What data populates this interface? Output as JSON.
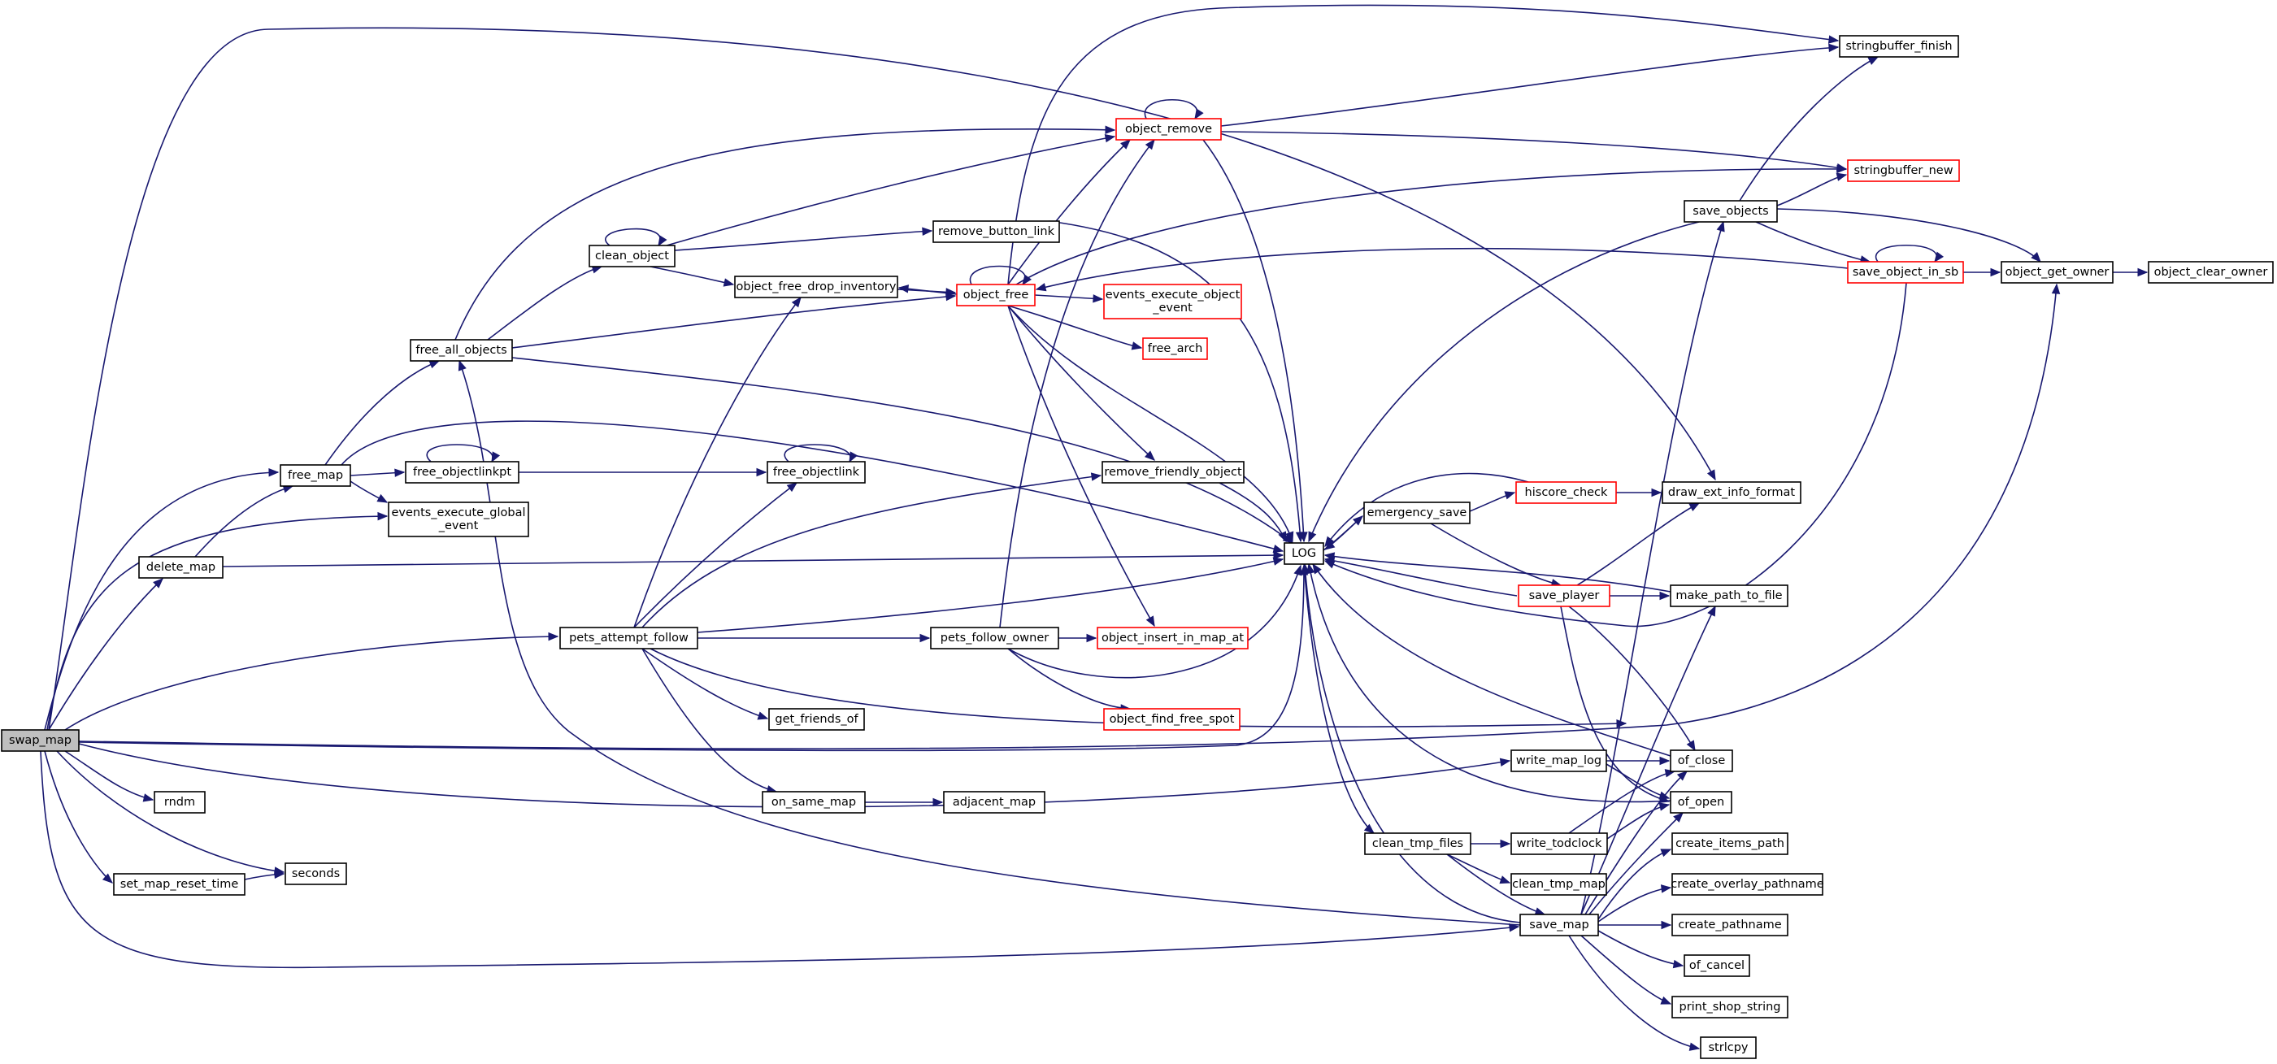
{
  "colors": {
    "edge": "#191970",
    "node_border": "#000000",
    "node_border_red": "#ff0000",
    "node_fill": "#ffffff",
    "root_fill": "#bfbfbf"
  },
  "graph": {
    "nodes": [
      {
        "id": "swap_map",
        "label": "swap_map",
        "style": "root"
      },
      {
        "id": "stringbuffer_finish",
        "label": "stringbuffer_finish",
        "style": "plain"
      },
      {
        "id": "object_remove",
        "label": "object_remove",
        "style": "red"
      },
      {
        "id": "stringbuffer_new",
        "label": "stringbuffer_new",
        "style": "red"
      },
      {
        "id": "save_objects",
        "label": "save_objects",
        "style": "plain"
      },
      {
        "id": "remove_button_link",
        "label": "remove_button_link",
        "style": "plain"
      },
      {
        "id": "clean_object",
        "label": "clean_object",
        "style": "plain"
      },
      {
        "id": "save_object_in_sb",
        "label": "save_object_in_sb",
        "style": "red"
      },
      {
        "id": "object_get_owner",
        "label": "object_get_owner",
        "style": "plain"
      },
      {
        "id": "object_clear_owner",
        "label": "object_clear_owner",
        "style": "plain"
      },
      {
        "id": "object_free_drop_inventory",
        "label": "object_free_drop_inventory",
        "style": "plain"
      },
      {
        "id": "object_free",
        "label": "object_free",
        "style": "red"
      },
      {
        "id": "events_execute_object_event",
        "label": "events_execute_object\n_event",
        "style": "red"
      },
      {
        "id": "free_all_objects",
        "label": "free_all_objects",
        "style": "plain"
      },
      {
        "id": "free_arch",
        "label": "free_arch",
        "style": "red"
      },
      {
        "id": "free_map",
        "label": "free_map",
        "style": "plain"
      },
      {
        "id": "free_objectlinkpt",
        "label": "free_objectlinkpt",
        "style": "plain"
      },
      {
        "id": "free_objectlink",
        "label": "free_objectlink",
        "style": "plain"
      },
      {
        "id": "remove_friendly_object",
        "label": "remove_friendly_object",
        "style": "plain"
      },
      {
        "id": "hiscore_check",
        "label": "hiscore_check",
        "style": "red"
      },
      {
        "id": "draw_ext_info_format",
        "label": "draw_ext_info_format",
        "style": "plain"
      },
      {
        "id": "events_execute_global_event",
        "label": "events_execute_global\n_event",
        "style": "plain"
      },
      {
        "id": "emergency_save",
        "label": "emergency_save",
        "style": "plain"
      },
      {
        "id": "LOG",
        "label": "LOG",
        "style": "plain"
      },
      {
        "id": "delete_map",
        "label": "delete_map",
        "style": "plain"
      },
      {
        "id": "save_player",
        "label": "save_player",
        "style": "red"
      },
      {
        "id": "make_path_to_file",
        "label": "make_path_to_file",
        "style": "plain"
      },
      {
        "id": "pets_attempt_follow",
        "label": "pets_attempt_follow",
        "style": "plain"
      },
      {
        "id": "pets_follow_owner",
        "label": "pets_follow_owner",
        "style": "plain"
      },
      {
        "id": "object_insert_in_map_at",
        "label": "object_insert_in_map_at",
        "style": "red"
      },
      {
        "id": "get_friends_of",
        "label": "get_friends_of",
        "style": "plain"
      },
      {
        "id": "object_find_free_spot",
        "label": "object_find_free_spot",
        "style": "red"
      },
      {
        "id": "write_map_log",
        "label": "write_map_log",
        "style": "plain"
      },
      {
        "id": "of_close",
        "label": "of_close",
        "style": "plain"
      },
      {
        "id": "rndm",
        "label": "rndm",
        "style": "plain"
      },
      {
        "id": "on_same_map",
        "label": "on_same_map",
        "style": "plain"
      },
      {
        "id": "adjacent_map",
        "label": "adjacent_map",
        "style": "plain"
      },
      {
        "id": "of_open",
        "label": "of_open",
        "style": "plain"
      },
      {
        "id": "clean_tmp_files",
        "label": "clean_tmp_files",
        "style": "plain"
      },
      {
        "id": "write_todclock",
        "label": "write_todclock",
        "style": "plain"
      },
      {
        "id": "create_items_path",
        "label": "create_items_path",
        "style": "plain"
      },
      {
        "id": "seconds",
        "label": "seconds",
        "style": "plain"
      },
      {
        "id": "set_map_reset_time",
        "label": "set_map_reset_time",
        "style": "plain"
      },
      {
        "id": "clean_tmp_map",
        "label": "clean_tmp_map",
        "style": "plain"
      },
      {
        "id": "create_overlay_pathname",
        "label": "create_overlay_pathname",
        "style": "plain"
      },
      {
        "id": "save_map",
        "label": "save_map",
        "style": "plain"
      },
      {
        "id": "create_pathname",
        "label": "create_pathname",
        "style": "plain"
      },
      {
        "id": "of_cancel",
        "label": "of_cancel",
        "style": "plain"
      },
      {
        "id": "print_shop_string",
        "label": "print_shop_string",
        "style": "plain"
      },
      {
        "id": "strlcpy",
        "label": "strlcpy",
        "style": "plain"
      }
    ],
    "edges": [
      [
        "swap_map",
        "draw_ext_info_format"
      ],
      [
        "swap_map",
        "free_map"
      ],
      [
        "swap_map",
        "events_execute_global_event"
      ],
      [
        "swap_map",
        "delete_map"
      ],
      [
        "swap_map",
        "pets_attempt_follow"
      ],
      [
        "swap_map",
        "LOG"
      ],
      [
        "swap_map",
        "object_get_owner"
      ],
      [
        "swap_map",
        "write_map_log"
      ],
      [
        "swap_map",
        "rndm"
      ],
      [
        "swap_map",
        "seconds"
      ],
      [
        "swap_map",
        "set_map_reset_time"
      ],
      [
        "swap_map",
        "save_map"
      ],
      [
        "free_map",
        "free_all_objects"
      ],
      [
        "free_map",
        "free_objectlinkpt"
      ],
      [
        "free_map",
        "events_execute_global_event"
      ],
      [
        "free_map",
        "LOG"
      ],
      [
        "free_all_objects",
        "object_remove"
      ],
      [
        "free_all_objects",
        "clean_object"
      ],
      [
        "free_all_objects",
        "object_free"
      ],
      [
        "free_all_objects",
        "LOG"
      ],
      [
        "clean_object",
        "clean_object"
      ],
      [
        "clean_object",
        "object_remove"
      ],
      [
        "clean_object",
        "remove_button_link"
      ],
      [
        "clean_object",
        "object_free_drop_inventory"
      ],
      [
        "free_objectlinkpt",
        "free_objectlinkpt"
      ],
      [
        "free_objectlinkpt",
        "free_objectlink"
      ],
      [
        "free_objectlink",
        "free_objectlink"
      ],
      [
        "delete_map",
        "free_map"
      ],
      [
        "delete_map",
        "LOG"
      ],
      [
        "pets_attempt_follow",
        "object_free_drop_inventory"
      ],
      [
        "pets_attempt_follow",
        "free_objectlink"
      ],
      [
        "pets_attempt_follow",
        "remove_friendly_object"
      ],
      [
        "pets_attempt_follow",
        "LOG"
      ],
      [
        "pets_attempt_follow",
        "pets_follow_owner"
      ],
      [
        "pets_attempt_follow",
        "get_friends_of"
      ],
      [
        "pets_attempt_follow",
        "on_same_map"
      ],
      [
        "pets_attempt_follow",
        "object_get_owner"
      ],
      [
        "pets_follow_owner",
        "object_remove"
      ],
      [
        "pets_follow_owner",
        "object_insert_in_map_at"
      ],
      [
        "pets_follow_owner",
        "object_find_free_spot"
      ],
      [
        "pets_follow_owner",
        "LOG"
      ],
      [
        "on_same_map",
        "adjacent_map"
      ],
      [
        "set_map_reset_time",
        "seconds"
      ],
      [
        "object_remove",
        "object_remove"
      ],
      [
        "object_remove",
        "stringbuffer_finish"
      ],
      [
        "object_remove",
        "stringbuffer_new"
      ],
      [
        "object_remove",
        "LOG"
      ],
      [
        "remove_button_link",
        "LOG"
      ],
      [
        "object_free_drop_inventory",
        "object_free"
      ],
      [
        "object_free",
        "object_free"
      ],
      [
        "object_free",
        "object_free_drop_inventory"
      ],
      [
        "object_free",
        "object_remove"
      ],
      [
        "object_free",
        "stringbuffer_finish"
      ],
      [
        "object_free",
        "events_execute_object_event"
      ],
      [
        "object_free",
        "free_arch"
      ],
      [
        "object_free",
        "remove_friendly_object"
      ],
      [
        "object_free",
        "object_insert_in_map_at"
      ],
      [
        "object_free",
        "LOG"
      ],
      [
        "object_free",
        "stringbuffer_new"
      ],
      [
        "remove_friendly_object",
        "LOG"
      ],
      [
        "LOG",
        "emergency_save"
      ],
      [
        "LOG",
        "clean_tmp_files"
      ],
      [
        "emergency_save",
        "LOG"
      ],
      [
        "emergency_save",
        "hiscore_check"
      ],
      [
        "emergency_save",
        "save_player"
      ],
      [
        "hiscore_check",
        "LOG"
      ],
      [
        "hiscore_check",
        "draw_ext_info_format"
      ],
      [
        "save_player",
        "LOG"
      ],
      [
        "save_player",
        "draw_ext_info_format"
      ],
      [
        "save_player",
        "make_path_to_file"
      ],
      [
        "save_player",
        "of_close"
      ],
      [
        "save_player",
        "of_open"
      ],
      [
        "make_path_to_file",
        "LOG"
      ],
      [
        "save_objects",
        "stringbuffer_finish"
      ],
      [
        "save_objects",
        "stringbuffer_new"
      ],
      [
        "save_objects",
        "save_object_in_sb"
      ],
      [
        "save_objects",
        "object_get_owner"
      ],
      [
        "save_objects",
        "LOG"
      ],
      [
        "save_object_in_sb",
        "save_object_in_sb"
      ],
      [
        "save_object_in_sb",
        "object_get_owner"
      ],
      [
        "save_object_in_sb",
        "object_free"
      ],
      [
        "save_object_in_sb",
        "LOG"
      ],
      [
        "object_get_owner",
        "object_clear_owner"
      ],
      [
        "write_map_log",
        "of_close"
      ],
      [
        "write_map_log",
        "of_open"
      ],
      [
        "of_close",
        "LOG"
      ],
      [
        "of_open",
        "LOG"
      ],
      [
        "clean_tmp_files",
        "write_todclock"
      ],
      [
        "clean_tmp_files",
        "clean_tmp_map"
      ],
      [
        "clean_tmp_files",
        "save_map"
      ],
      [
        "write_todclock",
        "of_close"
      ],
      [
        "write_todclock",
        "of_open"
      ],
      [
        "save_map",
        "LOG"
      ],
      [
        "save_map",
        "free_all_objects"
      ],
      [
        "save_map",
        "save_objects"
      ],
      [
        "save_map",
        "make_path_to_file"
      ],
      [
        "save_map",
        "of_close"
      ],
      [
        "save_map",
        "of_open"
      ],
      [
        "save_map",
        "create_items_path"
      ],
      [
        "save_map",
        "create_overlay_pathname"
      ],
      [
        "save_map",
        "create_pathname"
      ],
      [
        "save_map",
        "of_cancel"
      ],
      [
        "save_map",
        "print_shop_string"
      ],
      [
        "save_map",
        "strlcpy"
      ]
    ]
  }
}
